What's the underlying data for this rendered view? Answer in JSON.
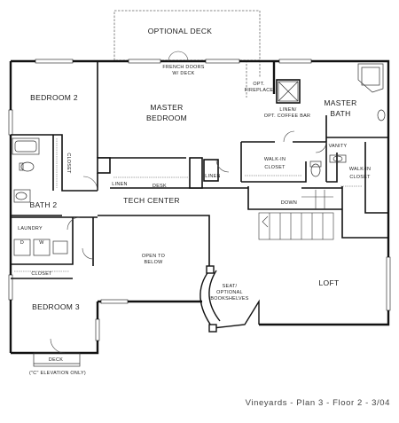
{
  "rooms": {
    "optional_deck": "OPTIONAL DECK",
    "french_doors_1": "FRENCH DOORS",
    "french_doors_2": "W/ DECK",
    "bedroom_2": "BEDROOM 2",
    "master_bedroom_1": "MASTER",
    "master_bedroom_2": "BEDROOM",
    "opt_fireplace_1": "OPT.",
    "opt_fireplace_2": "FIREPLACE",
    "linen_top": "LINEN/",
    "opt_coffee_bar": "OPT. COFFEE BAR",
    "master_bath_1": "MASTER",
    "master_bath_2": "BATH",
    "closet_side": "CLOSET",
    "walkin_closet_a_1": "WALK-IN",
    "walkin_closet_a_2": "CLOSET",
    "vanity": "VANITY",
    "walkin_closet_b_1": "WALK-IN",
    "walkin_closet_b_2": "CLOSET",
    "linen_a": "LINEN",
    "desk": "DESK",
    "linen_b": "LINEN",
    "bath_2": "BATH 2",
    "tech_center": "TECH CENTER",
    "down": "DOWN",
    "laundry": "LAUNDRY",
    "dryer": "D",
    "washer": "W",
    "closet_laundry": "CLOSET",
    "open_to_below_1": "OPEN TO",
    "open_to_below_2": "BELOW",
    "seat_1": "SEAT/",
    "seat_2": "OPTIONAL",
    "seat_3": "BOOKSHELVES",
    "loft": "LOFT",
    "bedroom_3": "BEDROOM 3",
    "deck_small": "DECK",
    "elevation_note": "(\"C\" ELEVATION ONLY)"
  },
  "caption": "Vineyards - Plan 3 - Floor 2 - 3/04"
}
